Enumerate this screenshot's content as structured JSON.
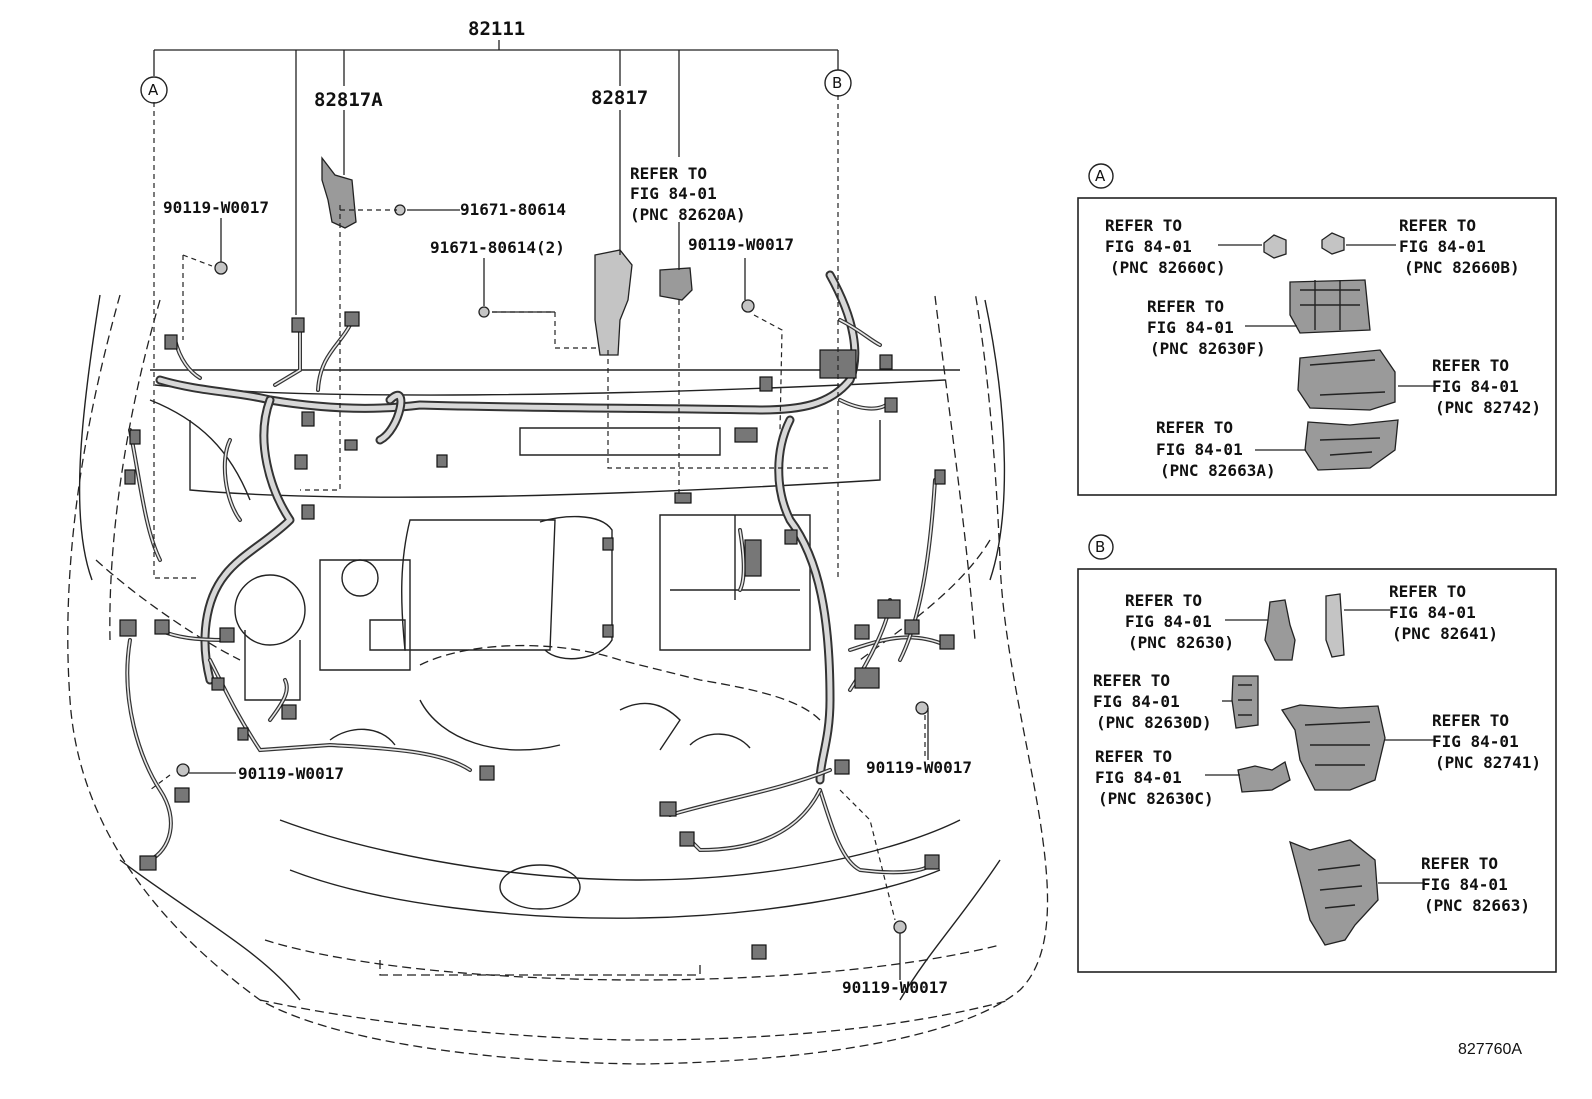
{
  "diagram": {
    "labels": {
      "main_harness": "82111",
      "bracket_a": "82817A",
      "bracket": "82817",
      "clip_nut": "91671-80614",
      "clip_nut_qty": "91671-80614(2)",
      "bolt_upper_left": "90119-W0017",
      "bolt_upper_center": "90119-W0017",
      "bolt_lower_left": "90119-W0017",
      "bolt_lower_right": "90119-W0017",
      "bolt_bottom": "90119-W0017"
    },
    "refer_top": {
      "line1": "REFER TO",
      "line2": "FIG 84-01",
      "line3": "(PNC 82620A)"
    },
    "callout_a": "A",
    "callout_b": "B",
    "figure_code": "827760A"
  },
  "panel_a": {
    "marker": "A",
    "refs": [
      {
        "line1": "REFER TO",
        "line2": "FIG 84-01",
        "line3": "(PNC 82660C)"
      },
      {
        "line1": "REFER TO",
        "line2": "FIG 84-01",
        "line3": "(PNC 82660B)"
      },
      {
        "line1": "REFER TO",
        "line2": "FIG 84-01",
        "line3": "(PNC 82630F)"
      },
      {
        "line1": "REFER TO",
        "line2": "FIG 84-01",
        "line3": "(PNC 82742)"
      },
      {
        "line1": "REFER TO",
        "line2": "FIG 84-01",
        "line3": "(PNC 82663A)"
      }
    ]
  },
  "panel_b": {
    "marker": "B",
    "refs": [
      {
        "line1": "REFER TO",
        "line2": "FIG 84-01",
        "line3": "(PNC 82630)"
      },
      {
        "line1": "REFER TO",
        "line2": "FIG 84-01",
        "line3": "(PNC 82641)"
      },
      {
        "line1": "REFER TO",
        "line2": "FIG 84-01",
        "line3": "(PNC 82630D)"
      },
      {
        "line1": "REFER TO",
        "line2": "FIG 84-01",
        "line3": "(PNC 82741)"
      },
      {
        "line1": "REFER TO",
        "line2": "FIG 84-01",
        "line3": "(PNC 82630C)"
      },
      {
        "line1": "REFER TO",
        "line2": "FIG 84-01",
        "line3": "(PNC 82663)"
      }
    ]
  }
}
